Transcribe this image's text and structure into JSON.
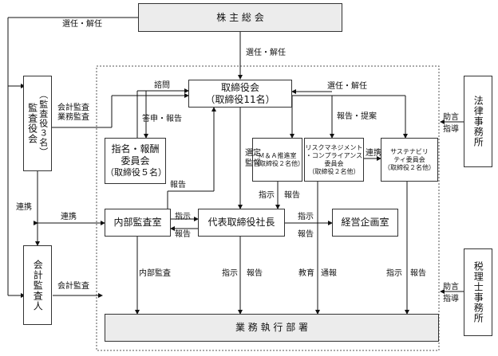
{
  "nodes": {
    "shareholders": "株 主 総 会",
    "board_1": "取締役会",
    "board_2": "（取締役11名）",
    "audit_board": "監査役会",
    "audit_board_sub": "（監査役３名）",
    "accounting_auditor": "会計監査人",
    "nomination_1": "指名・報酬",
    "nomination_2": "委員会",
    "nomination_3": "（取締役５名）",
    "ma_1": "Ｍ＆Ａ推進室",
    "ma_2": "（取締役２名他）",
    "risk_1": "リスクマネジメント",
    "risk_2": "・コンプライアンス",
    "risk_3": "委員会",
    "risk_4": "（取締役２名他）",
    "sus_1": "サステナビリ",
    "sus_2": "ティ委員会",
    "sus_3": "（取締役２名他）",
    "internal_audit": "内部監査室",
    "president": "代表取締役社長",
    "planning": "経営企画室",
    "operations": "業 務 執 行 部 署",
    "law_firm": "法律事務所",
    "tax_firm": "税理士事務所"
  },
  "labels": {
    "elect_dismiss": "選任・解任",
    "accounting_audit": "会計監査",
    "business_audit": "業務監査",
    "consult": "諮問",
    "report_advice": "答申・報告",
    "report": "報告",
    "report_proposal": "報告・提案",
    "select_supervise_1": "選定",
    "select_supervise_2": "監督",
    "cooperate": "連携",
    "instruct": "指示",
    "internal_audit_lbl": "内部監査",
    "education": "教育",
    "whistle": "通報",
    "advice": "助言",
    "guidance": "指導"
  }
}
